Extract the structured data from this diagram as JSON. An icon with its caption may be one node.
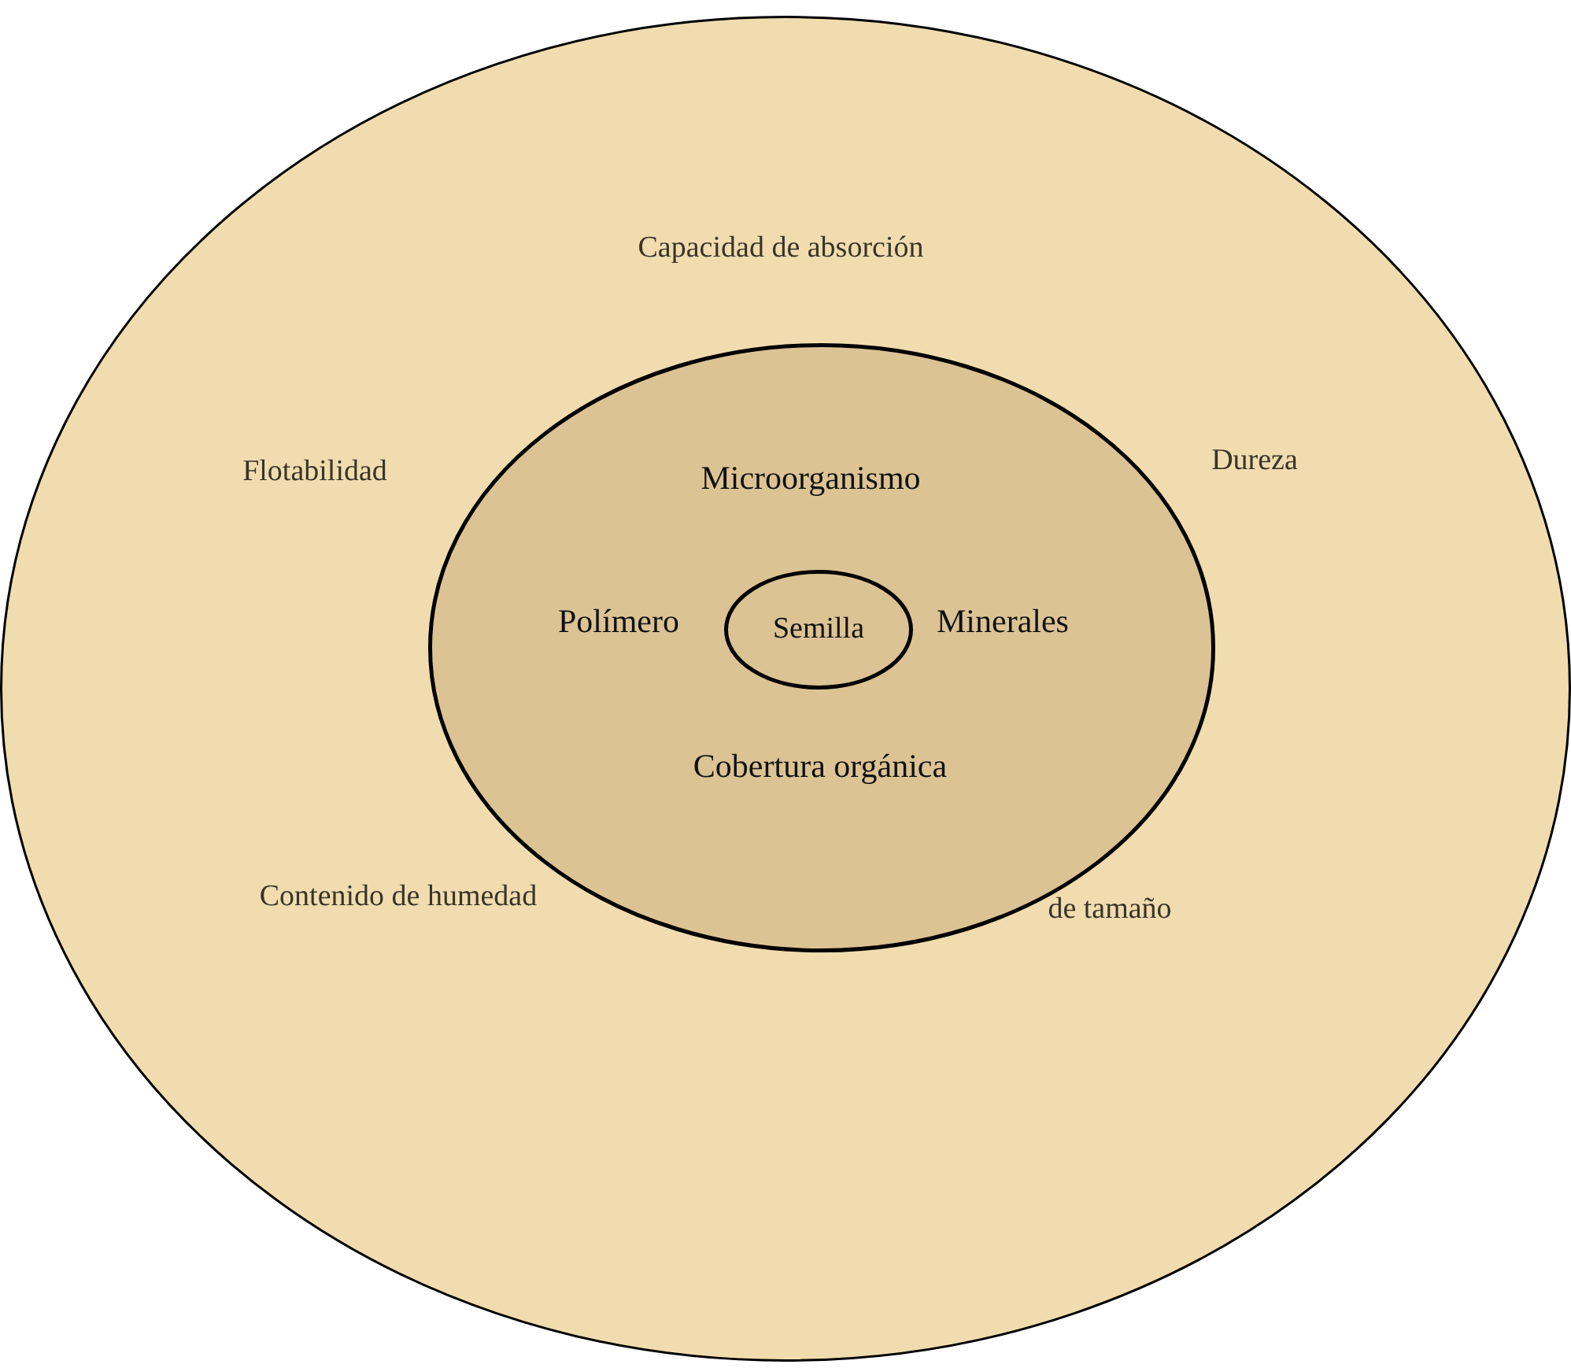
{
  "diagram": {
    "nodes": [
      {
        "text": [
          "Capacidad de absorción",
          "Flotabilidad",
          "Dureza",
          "Contenido de humedad",
          "de tamaño"
        ]
      },
      {
        "text": [
          "Microorganismo",
          "Polímero",
          "Minerales",
          "Cobertura orgánica"
        ],
        "in": 0
      },
      {
        "text": [
          "Semilla"
        ],
        "in": 1
      }
    ]
  }
}
